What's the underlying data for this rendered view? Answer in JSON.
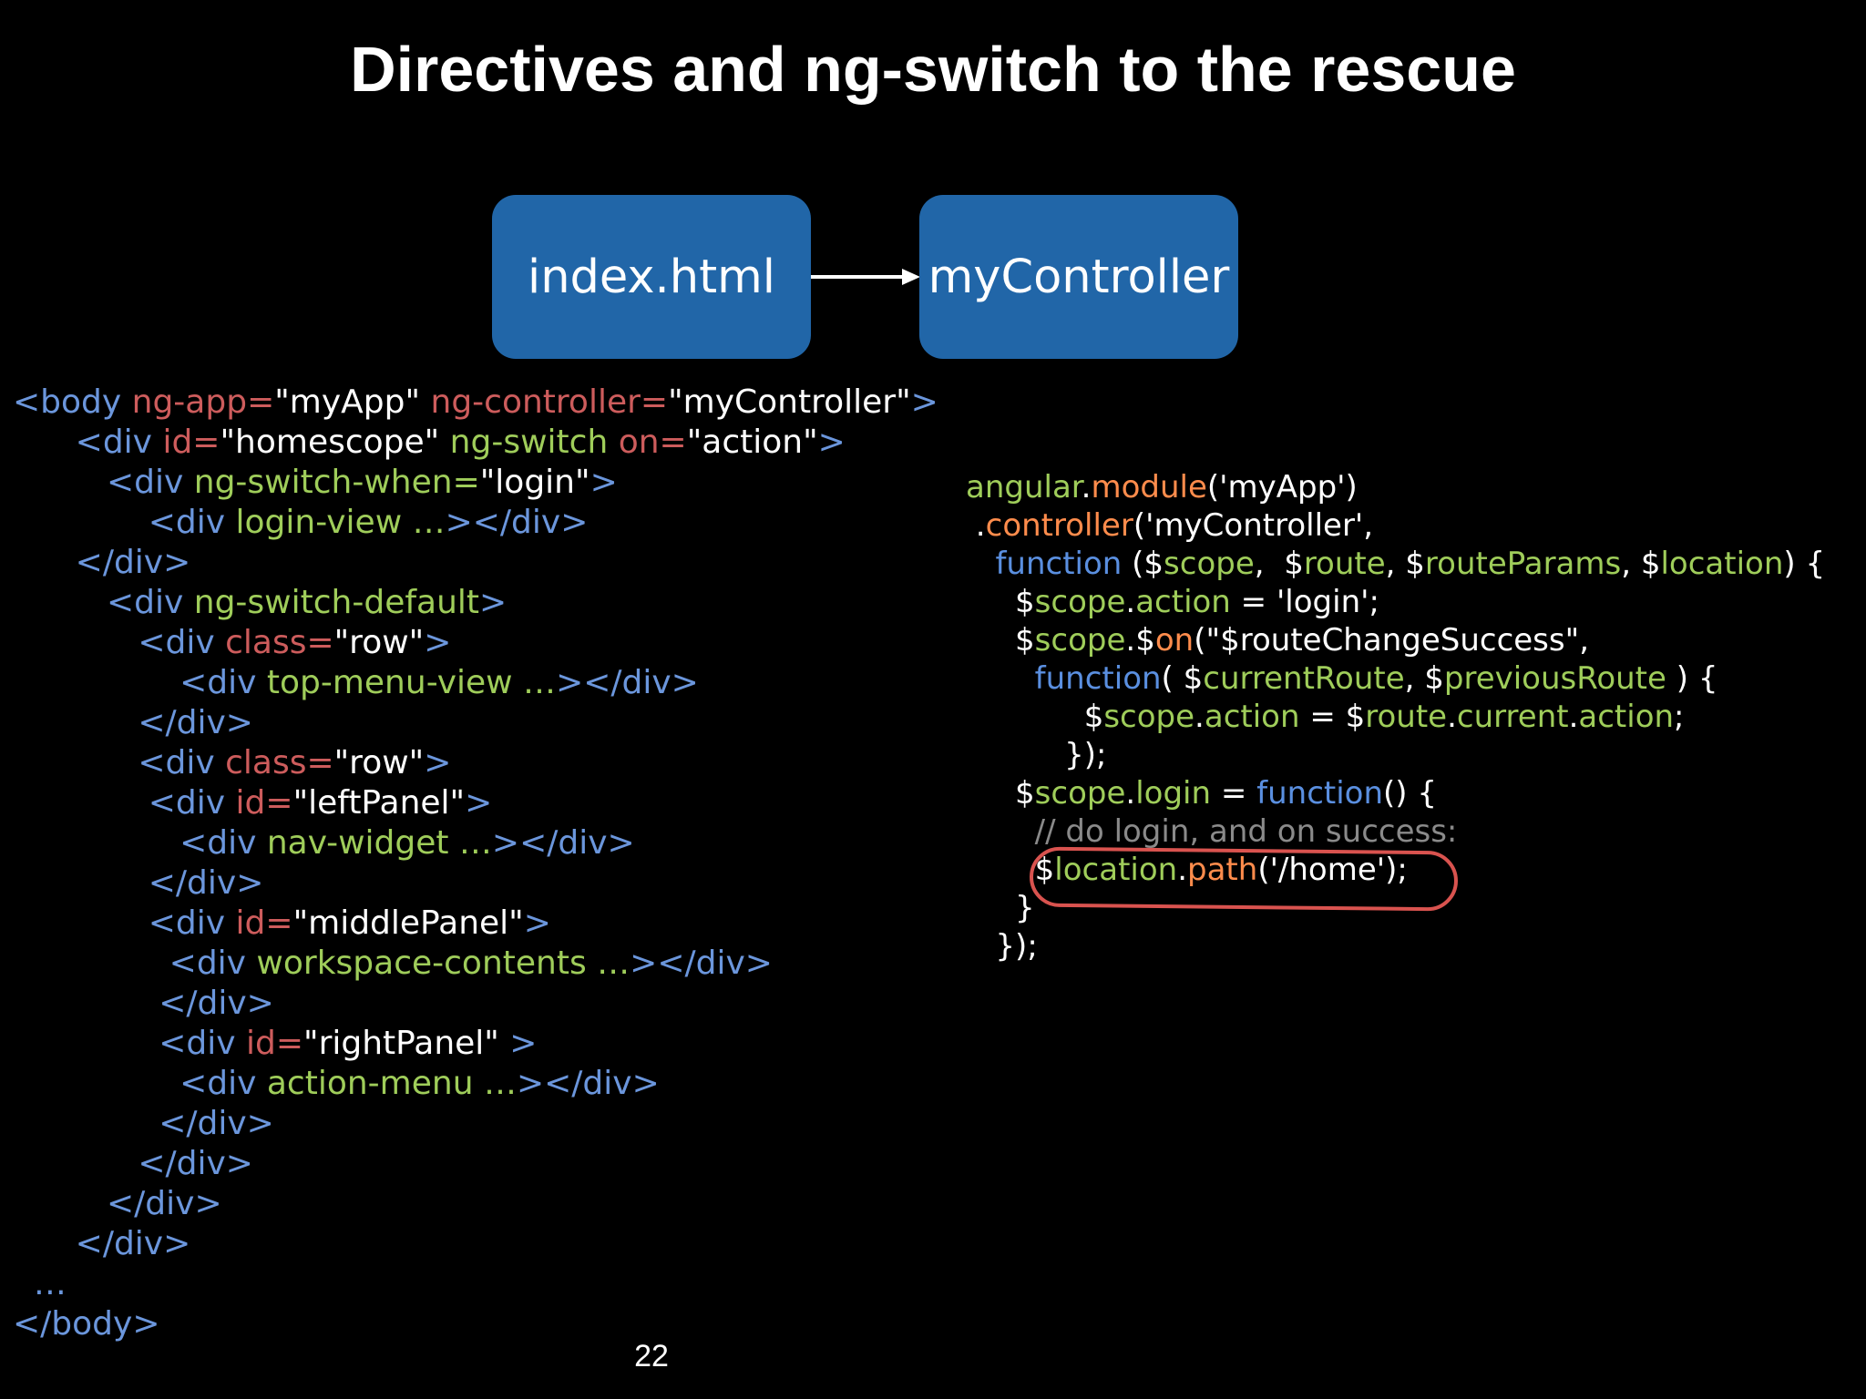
{
  "slide": {
    "title": "Directives and ng-switch to the rescue",
    "page_number": "22"
  },
  "diagram": {
    "source_box": "index.html",
    "target_box": "myController"
  },
  "colors": {
    "box": "#2166a8",
    "tag": "#6b96dc",
    "attribute": "#cd5c5c",
    "value": "#ffffff",
    "directive": "#9fcd5a",
    "method": "#ff8c4c",
    "comment": "#8a8a8a",
    "highlight": "#d9534f"
  },
  "html_code": {
    "lines": [
      [
        {
          "t": "<body ",
          "c": "t"
        },
        {
          "t": "ng-app=",
          "c": "a"
        },
        {
          "t": "\"myApp\" ",
          "c": "v"
        },
        {
          "t": "ng-controller=",
          "c": "a"
        },
        {
          "t": "\"myController\"",
          "c": "v"
        },
        {
          "t": ">",
          "c": "t"
        }
      ],
      [
        {
          "t": "      <div ",
          "c": "t"
        },
        {
          "t": "id=",
          "c": "a"
        },
        {
          "t": "\"homescope\" ",
          "c": "v"
        },
        {
          "t": "ng-switch ",
          "c": "g"
        },
        {
          "t": "on=",
          "c": "a"
        },
        {
          "t": "\"action\"",
          "c": "v"
        },
        {
          "t": ">",
          "c": "t"
        }
      ],
      [
        {
          "t": "         <div ",
          "c": "t"
        },
        {
          "t": "ng-switch-when=",
          "c": "g"
        },
        {
          "t": "\"login\"",
          "c": "v"
        },
        {
          "t": ">",
          "c": "t"
        }
      ],
      [
        {
          "t": "             <div ",
          "c": "t"
        },
        {
          "t": "login-view …",
          "c": "g"
        },
        {
          "t": "></div>",
          "c": "t"
        }
      ],
      [
        {
          "t": "      </div>",
          "c": "t"
        }
      ],
      [
        {
          "t": "         <div ",
          "c": "t"
        },
        {
          "t": "ng-switch-default",
          "c": "g"
        },
        {
          "t": ">",
          "c": "t"
        }
      ],
      [
        {
          "t": "            <div ",
          "c": "t"
        },
        {
          "t": "class=",
          "c": "a"
        },
        {
          "t": "\"row\"",
          "c": "v"
        },
        {
          "t": ">",
          "c": "t"
        }
      ],
      [
        {
          "t": "                <div ",
          "c": "t"
        },
        {
          "t": "top-menu-view …",
          "c": "g"
        },
        {
          "t": "></div>",
          "c": "t"
        }
      ],
      [
        {
          "t": "            </div>",
          "c": "t"
        }
      ],
      [
        {
          "t": "            <div ",
          "c": "t"
        },
        {
          "t": "class=",
          "c": "a"
        },
        {
          "t": "\"row\"",
          "c": "v"
        },
        {
          "t": ">",
          "c": "t"
        }
      ],
      [
        {
          "t": "             <div ",
          "c": "t"
        },
        {
          "t": "id=",
          "c": "a"
        },
        {
          "t": "\"leftPanel\"",
          "c": "v"
        },
        {
          "t": ">",
          "c": "t"
        }
      ],
      [
        {
          "t": "                <div ",
          "c": "t"
        },
        {
          "t": "nav-widget …",
          "c": "g"
        },
        {
          "t": "></div>",
          "c": "t"
        }
      ],
      [
        {
          "t": "             </div>",
          "c": "t"
        }
      ],
      [
        {
          "t": "             <div ",
          "c": "t"
        },
        {
          "t": "id=",
          "c": "a"
        },
        {
          "t": "\"middlePanel\"",
          "c": "v"
        },
        {
          "t": ">",
          "c": "t"
        }
      ],
      [
        {
          "t": "               <div ",
          "c": "t"
        },
        {
          "t": "workspace-contents …",
          "c": "g"
        },
        {
          "t": "></div>",
          "c": "t"
        }
      ],
      [
        {
          "t": "              </div>",
          "c": "t"
        }
      ],
      [
        {
          "t": "              <div ",
          "c": "t"
        },
        {
          "t": "id=",
          "c": "a"
        },
        {
          "t": "\"rightPanel\" ",
          "c": "v"
        },
        {
          "t": ">",
          "c": "t"
        }
      ],
      [
        {
          "t": "                <div ",
          "c": "t"
        },
        {
          "t": "action-menu …",
          "c": "g"
        },
        {
          "t": "></div>",
          "c": "t"
        }
      ],
      [
        {
          "t": "              </div>",
          "c": "t"
        }
      ],
      [
        {
          "t": "            </div>",
          "c": "t"
        }
      ],
      [
        {
          "t": "         </div>",
          "c": "t"
        }
      ],
      [
        {
          "t": "      </div>",
          "c": "t"
        }
      ],
      [
        {
          "t": "  …",
          "c": "t"
        }
      ],
      [
        {
          "t": "</body>",
          "c": "t"
        }
      ]
    ]
  },
  "js_code": {
    "lines": [
      [
        {
          "t": "angular",
          "c": "g"
        },
        {
          "t": ".",
          "c": "w"
        },
        {
          "t": "module",
          "c": "o"
        },
        {
          "t": "('myApp')",
          "c": "w"
        }
      ],
      [
        {
          "t": " .",
          "c": "w"
        },
        {
          "t": "controller",
          "c": "o"
        },
        {
          "t": "('myController',",
          "c": "w"
        }
      ],
      [
        {
          "t": "   ",
          "c": "w"
        },
        {
          "t": "function",
          "c": "b"
        },
        {
          "t": " ($",
          "c": "w"
        },
        {
          "t": "scope",
          "c": "g"
        },
        {
          "t": ",  $",
          "c": "w"
        },
        {
          "t": "route",
          "c": "g"
        },
        {
          "t": ", $",
          "c": "w"
        },
        {
          "t": "routeParams",
          "c": "g"
        },
        {
          "t": ", $",
          "c": "w"
        },
        {
          "t": "location",
          "c": "g"
        },
        {
          "t": ") {",
          "c": "w"
        }
      ],
      [
        {
          "t": "     $",
          "c": "w"
        },
        {
          "t": "scope",
          "c": "g"
        },
        {
          "t": ".",
          "c": "w"
        },
        {
          "t": "action",
          "c": "g"
        },
        {
          "t": " = 'login';",
          "c": "w"
        }
      ],
      [
        {
          "t": "     $",
          "c": "w"
        },
        {
          "t": "scope",
          "c": "g"
        },
        {
          "t": ".$",
          "c": "w"
        },
        {
          "t": "on",
          "c": "o"
        },
        {
          "t": "(\"$routeChangeSuccess\",",
          "c": "w"
        }
      ],
      [
        {
          "t": "       ",
          "c": "w"
        },
        {
          "t": "function",
          "c": "b"
        },
        {
          "t": "( $",
          "c": "w"
        },
        {
          "t": "currentRoute",
          "c": "g"
        },
        {
          "t": ", $",
          "c": "w"
        },
        {
          "t": "previousRoute",
          "c": "g"
        },
        {
          "t": " ) {",
          "c": "w"
        }
      ],
      [
        {
          "t": "            $",
          "c": "w"
        },
        {
          "t": "scope",
          "c": "g"
        },
        {
          "t": ".",
          "c": "w"
        },
        {
          "t": "action",
          "c": "g"
        },
        {
          "t": " = $",
          "c": "w"
        },
        {
          "t": "route",
          "c": "g"
        },
        {
          "t": ".",
          "c": "w"
        },
        {
          "t": "current",
          "c": "g"
        },
        {
          "t": ".",
          "c": "w"
        },
        {
          "t": "action",
          "c": "g"
        },
        {
          "t": ";",
          "c": "w"
        }
      ],
      [
        {
          "t": "          });",
          "c": "w"
        }
      ],
      [
        {
          "t": "     $",
          "c": "w"
        },
        {
          "t": "scope",
          "c": "g"
        },
        {
          "t": ".",
          "c": "w"
        },
        {
          "t": "login",
          "c": "g"
        },
        {
          "t": " = ",
          "c": "w"
        },
        {
          "t": "function",
          "c": "b"
        },
        {
          "t": "() {",
          "c": "w"
        }
      ],
      [
        {
          "t": "       // do login, and on success:",
          "c": "c"
        }
      ],
      [
        {
          "t": "       $",
          "c": "w"
        },
        {
          "t": "location",
          "c": "g"
        },
        {
          "t": ".",
          "c": "w"
        },
        {
          "t": "path",
          "c": "o"
        },
        {
          "t": "('/home');",
          "c": "w"
        }
      ],
      [
        {
          "t": "     }",
          "c": "w"
        }
      ],
      [
        {
          "t": "   });",
          "c": "w"
        }
      ]
    ]
  }
}
